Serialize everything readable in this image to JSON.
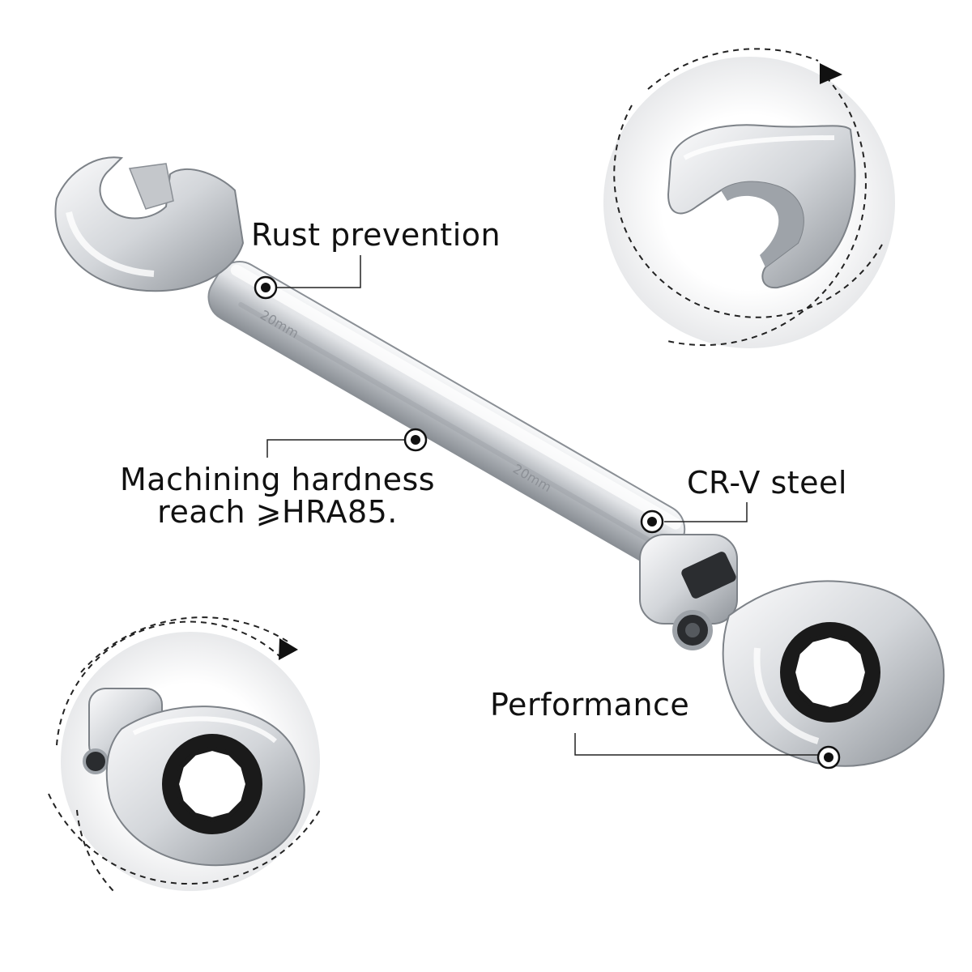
{
  "labels": {
    "rust": "Rust prevention",
    "machining_line1": "Machining hardness",
    "machining_line2": "reach ⩾HRA85.",
    "crv": "CR-V steel",
    "performance": "Performance"
  },
  "engravings": {
    "upper": "20mm",
    "lower": "20mm"
  },
  "colors": {
    "background": "#ffffff",
    "text": "#111111",
    "chrome_light": "#f4f5f7",
    "chrome_mid": "#c9ccd1",
    "chrome_dark": "#7d8288",
    "ring_black": "#1a1a1a"
  },
  "icons": [
    "target-marker-icon",
    "rotation-arrow-icon"
  ]
}
